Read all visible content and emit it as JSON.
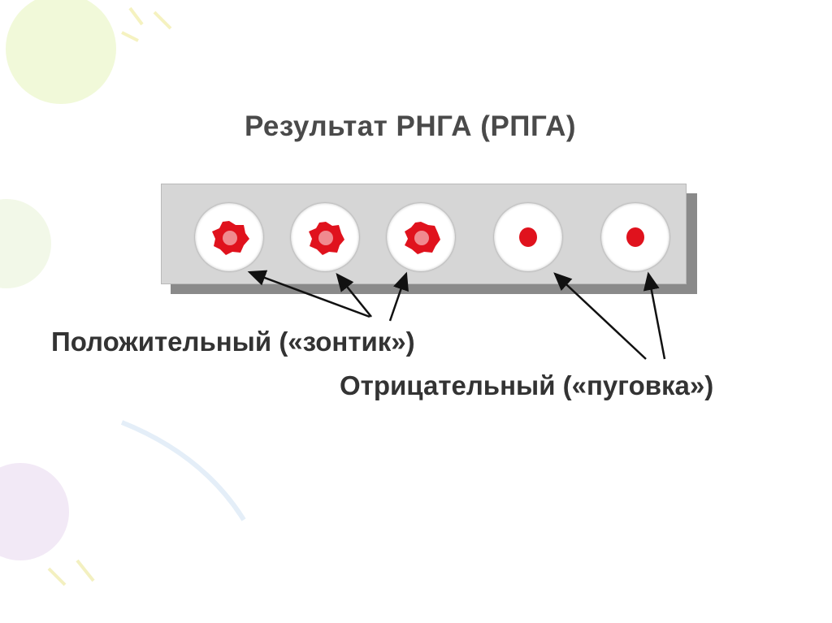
{
  "title": "Результат РНГА (РПГА)",
  "positive_label": "Положительный («зонтик»)",
  "negative_label": "Отрицательный («пуговка»)",
  "wells": [
    {
      "result": "positive",
      "pattern": "umbrella"
    },
    {
      "result": "positive",
      "pattern": "umbrella"
    },
    {
      "result": "positive",
      "pattern": "umbrella"
    },
    {
      "result": "negative",
      "pattern": "button"
    },
    {
      "result": "negative",
      "pattern": "button"
    }
  ],
  "colors": {
    "sediment": "#e0121d",
    "sediment_center": "#f08a8f",
    "plate": "#d6d6d6",
    "text": "#333333"
  }
}
